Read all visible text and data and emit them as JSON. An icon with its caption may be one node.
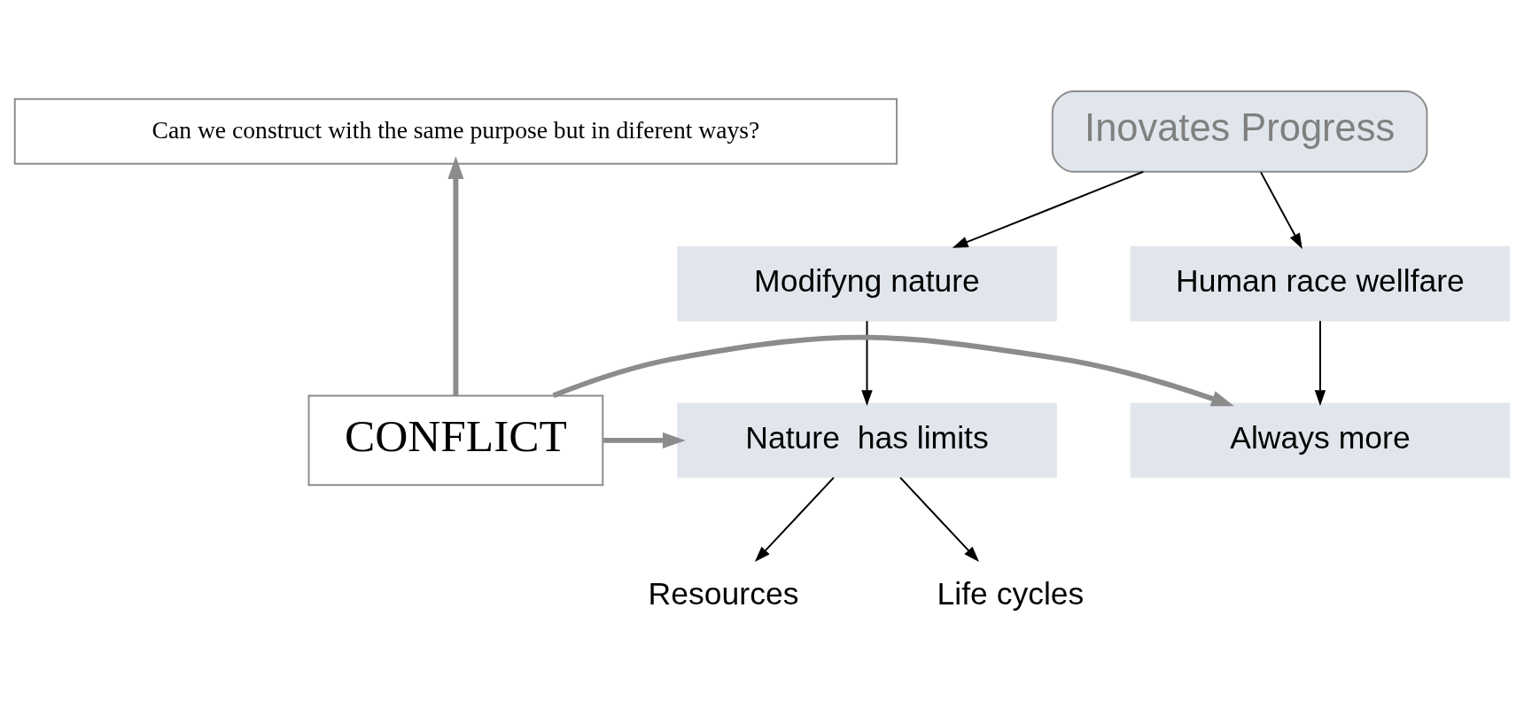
{
  "diagram": {
    "nodes": [
      {
        "text": [
          "Inovates Progress"
        ]
      },
      {
        "text": [
          "Human race wellfare"
        ]
      },
      {
        "text": [
          "Modifyng nature"
        ]
      },
      {
        "text": [
          "Always more"
        ]
      },
      {
        "text": [
          "CONFLICT"
        ]
      },
      {
        "text": [
          "Nature  has limits"
        ]
      },
      {
        "text": [
          "Resources"
        ]
      },
      {
        "text": [
          "Life cycles"
        ]
      },
      {
        "text": [
          "Can we construct with the same purpose but in diferent ways?"
        ]
      }
    ],
    "edges": [
      {
        "from": 0,
        "to": 1,
        "arrow": "to"
      },
      {
        "from": 0,
        "to": 2,
        "arrow": "to"
      },
      {
        "from": 1,
        "to": 3,
        "arrow": "to"
      },
      {
        "from": 2,
        "to": 5,
        "arrow": "to"
      },
      {
        "from": 5,
        "to": 6,
        "arrow": "to"
      },
      {
        "from": 5,
        "to": 7,
        "arrow": "to"
      },
      {
        "from": 4,
        "to": 3,
        "arrow": "to",
        "style": "thick",
        "color": "#8c8c8c"
      },
      {
        "from": 4,
        "to": 5,
        "arrow": "to",
        "style": "thick",
        "color": "#8c8c8c"
      },
      {
        "from": 4,
        "to": 8,
        "arrow": "to",
        "style": "thick",
        "color": "#8c8c8c"
      }
    ]
  }
}
